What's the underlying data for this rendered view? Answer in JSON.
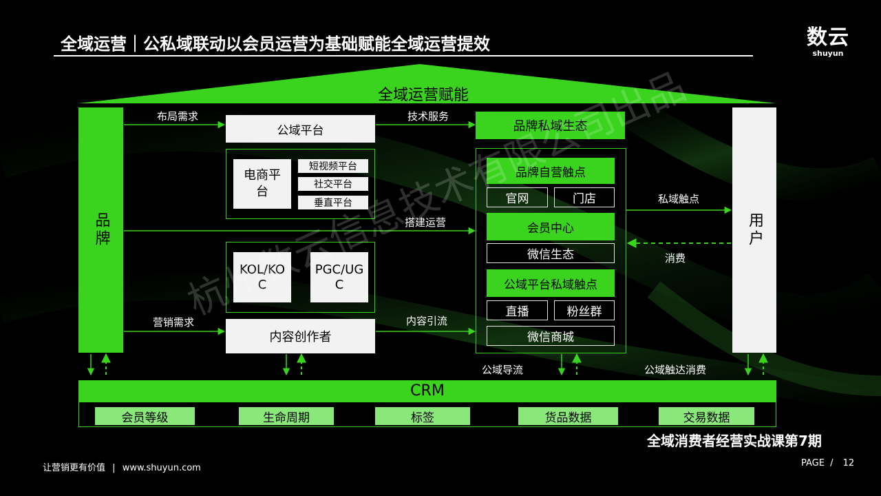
{
  "header": {
    "title": "全域运营｜公私域联动以会员运营为基础赋能全域运营提效",
    "logo_main": "数云",
    "logo_sub": "shuyun"
  },
  "diagram": {
    "roof_label": "全域运营赋能",
    "brand": "品牌",
    "user": "用户",
    "public_platform": "公域平台",
    "ecommerce": "电商平台",
    "ecommerce_subs": [
      "短视频平台",
      "社交平台",
      "垂直平台"
    ],
    "kol": "KOL/KOC",
    "pgc": "PGC/UGC",
    "creator": "内容创作者",
    "private_eco": "品牌私域生态",
    "self_touch": "品牌自营触点",
    "website": "官网",
    "store": "门店",
    "member_center": "会员中心",
    "wechat_eco": "微信生态",
    "public_private_touch": "公域平台私域触点",
    "live": "直播",
    "fans_group": "粉丝群",
    "wechat_mall": "微信商城",
    "arrows": {
      "layout_demand": "布局需求",
      "tech_service": "技术服务",
      "build_operate": "搭建运营",
      "marketing_demand": "营销需求",
      "content_traffic": "内容引流",
      "private_touch": "私域触点",
      "consume": "消费",
      "public_guide": "公域导流",
      "public_touch_consume": "公域触达消费"
    },
    "crm": "CRM",
    "crm_items": [
      "会员等级",
      "生命周期",
      "标签",
      "货品数据",
      "交易数据"
    ]
  },
  "watermark": "杭州数云信息技术有限公司出品",
  "course": "全域消费者经营实战课第7期",
  "footer": {
    "slogan": "让营销更有价值",
    "sep": "|",
    "url": "www.shuyun.com",
    "page_label": "PAGE",
    "page_sep": "/",
    "page_number": "12"
  },
  "colors": {
    "accent": "#3ad31e",
    "accent_light": "#8ae87a",
    "background": "#000000"
  }
}
